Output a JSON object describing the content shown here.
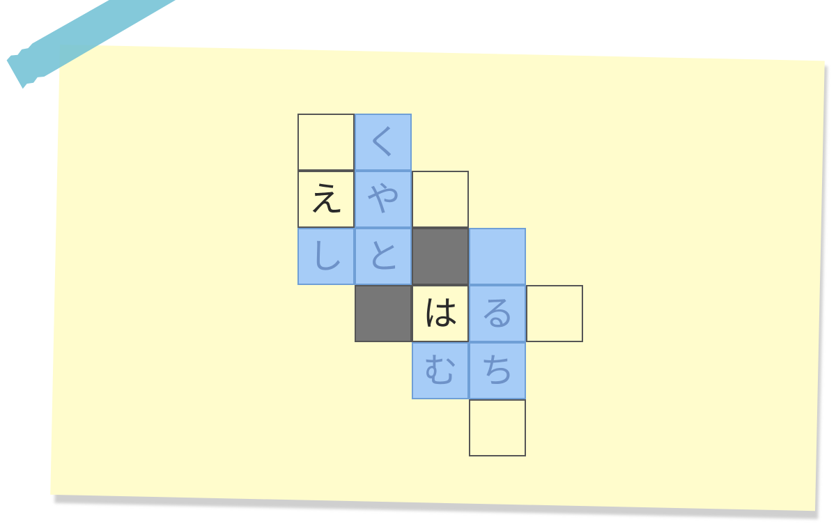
{
  "puzzle": {
    "cells": [
      {
        "row": 0,
        "col": 0,
        "state": "empty",
        "char": ""
      },
      {
        "row": 0,
        "col": 1,
        "state": "answer",
        "char": "く"
      },
      {
        "row": 1,
        "col": 0,
        "state": "given",
        "char": "え"
      },
      {
        "row": 1,
        "col": 1,
        "state": "answer",
        "char": "や"
      },
      {
        "row": 1,
        "col": 2,
        "state": "empty",
        "char": ""
      },
      {
        "row": 2,
        "col": 0,
        "state": "answer",
        "char": "し"
      },
      {
        "row": 2,
        "col": 1,
        "state": "answer",
        "char": "と"
      },
      {
        "row": 2,
        "col": 2,
        "state": "blocked",
        "char": ""
      },
      {
        "row": 2,
        "col": 3,
        "state": "answer",
        "char": ""
      },
      {
        "row": 3,
        "col": 1,
        "state": "blocked",
        "char": ""
      },
      {
        "row": 3,
        "col": 2,
        "state": "given",
        "char": "は"
      },
      {
        "row": 3,
        "col": 3,
        "state": "answer",
        "char": "る"
      },
      {
        "row": 3,
        "col": 4,
        "state": "empty",
        "char": ""
      },
      {
        "row": 4,
        "col": 2,
        "state": "answer",
        "char": "む"
      },
      {
        "row": 4,
        "col": 3,
        "state": "answer",
        "char": "ち"
      },
      {
        "row": 5,
        "col": 3,
        "state": "empty",
        "char": ""
      }
    ]
  },
  "colors": {
    "note": "#fffccc",
    "tape": "#6ec0d4",
    "answer_fill": "#a6ccf7",
    "answer_text": "#6e92c8",
    "blocked": "#777777",
    "grid_line": "#555555"
  }
}
